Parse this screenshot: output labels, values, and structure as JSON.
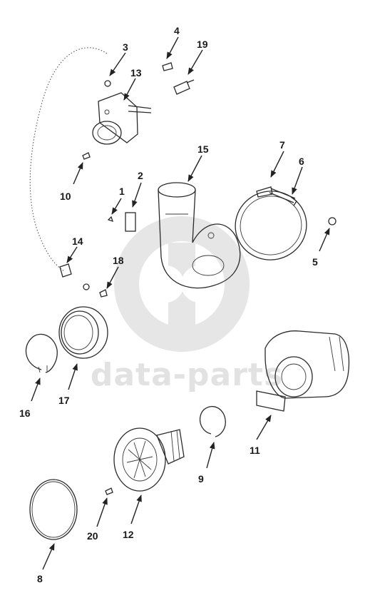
{
  "watermark": {
    "text": "data-parts",
    "color": "#e2e2e2"
  },
  "callouts": {
    "n1": "1",
    "n2": "2",
    "n3": "3",
    "n4": "4",
    "n5": "5",
    "n6": "6",
    "n7": "7",
    "n8": "8",
    "n9": "9",
    "n10": "10",
    "n11": "11",
    "n12": "12",
    "n13": "13",
    "n14": "14",
    "n15": "15",
    "n16": "16",
    "n17": "17",
    "n18": "18",
    "n19": "19",
    "n20": "20"
  }
}
